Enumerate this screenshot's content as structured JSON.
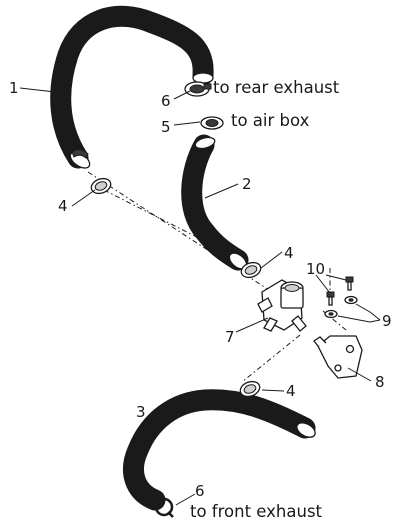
{
  "callouts": {
    "n1": "1",
    "n2": "2",
    "n3": "3",
    "n4a": "4",
    "n4b": "4",
    "n4c": "4",
    "n5": "5",
    "n6a": "6",
    "n6b": "6",
    "n7": "7",
    "n8": "8",
    "n9": "9",
    "n10": "10"
  },
  "destinations": {
    "rear": "to rear exhaust",
    "airbox": "to air box",
    "front": "to front exhaust"
  }
}
